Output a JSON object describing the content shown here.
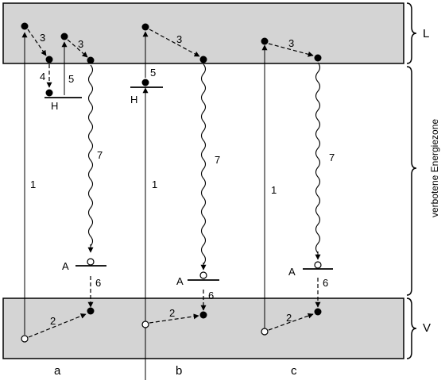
{
  "bands": {
    "conduction_label": "L",
    "valence_label": "V",
    "gap_label": "verbotene Energiezone"
  },
  "panels": {
    "a": "a",
    "b": "b",
    "c": "c"
  },
  "transitions": {
    "t1": "1",
    "t2": "2",
    "t3": "3",
    "t4": "4",
    "t5": "5",
    "t6": "6",
    "t7": "7"
  },
  "levels": {
    "trap": "H",
    "activator": "A"
  },
  "colors": {
    "band_fill": "#d4d4d4",
    "stroke": "#000000"
  }
}
